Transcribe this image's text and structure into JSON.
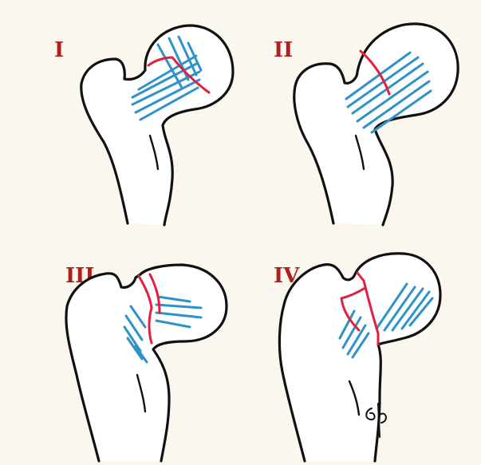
{
  "panels": [
    {
      "id": "panel-1",
      "label": "I"
    },
    {
      "id": "panel-2",
      "label": "II"
    },
    {
      "id": "panel-3",
      "label": "III"
    },
    {
      "id": "panel-4",
      "label": "IV"
    }
  ],
  "colors": {
    "background": "#fbf7ef",
    "outline": "#111111",
    "trabecular_lines": "#2f92c9",
    "fracture_line": "#e0203f",
    "label": "#a9221f"
  }
}
